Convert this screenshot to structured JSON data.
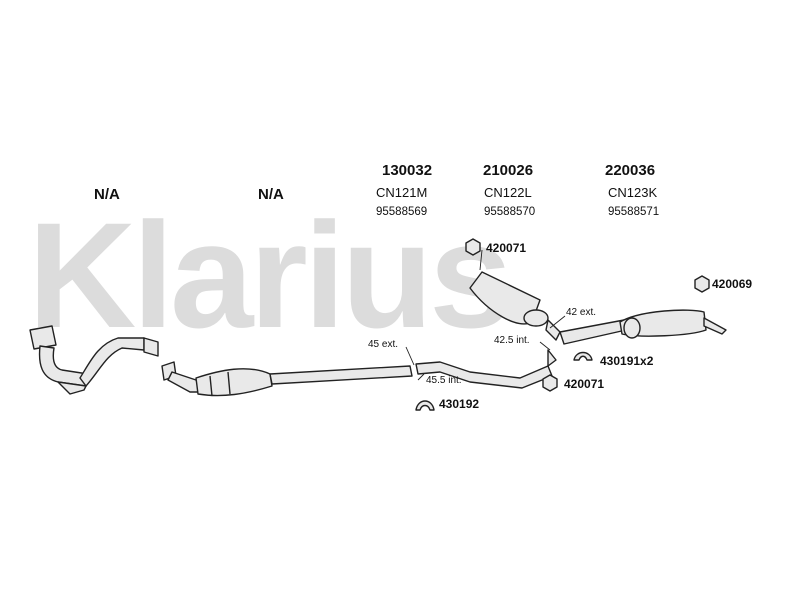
{
  "watermark": "Klarius",
  "positions": [
    {
      "na": "N/A"
    },
    {
      "na": "N/A"
    },
    {
      "part": "130032",
      "code": "CN121M",
      "oe": "95588569"
    },
    {
      "part": "210026",
      "code": "CN122L",
      "oe": "95588570"
    },
    {
      "part": "220036",
      "code": "CN123K",
      "oe": "95588571"
    }
  ],
  "annotations": {
    "front_ext": "45 ext.",
    "front_int": "45.5 int.",
    "rear_ext": "42 ext.",
    "rear_int": "42.5 int."
  },
  "accessories": {
    "nut_center_top": "420071",
    "nut_rear": "420069",
    "clamp_front": "430192",
    "mount_rear": "430191x2",
    "nut_center_bottom": "420071"
  },
  "colors": {
    "line": "#222222",
    "watermark": "#dcdcdc",
    "fill": "#e9e9e9"
  }
}
